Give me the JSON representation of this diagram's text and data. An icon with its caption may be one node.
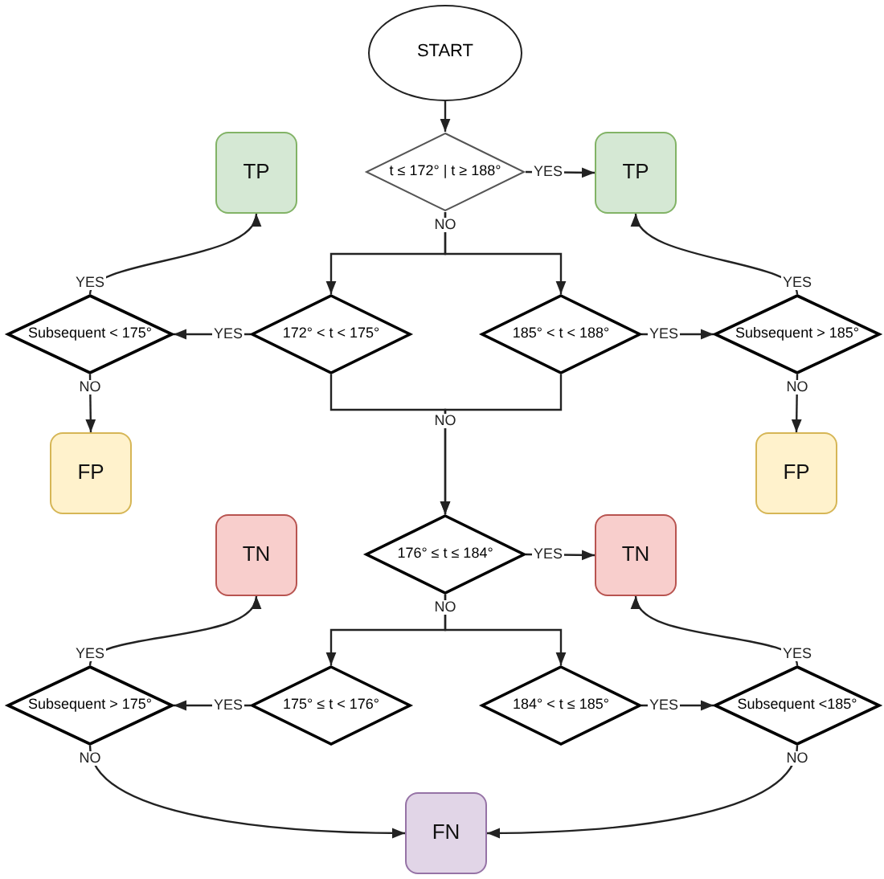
{
  "diagram": {
    "nodes": [
      {
        "text": [
          "START"
        ]
      },
      {
        "text": [
          "TP"
        ]
      },
      {
        "text": [
          "t ≤ 172° | t ≥ 188°"
        ]
      },
      {
        "text": [
          "TP"
        ]
      },
      {
        "text": [
          "Subsequent < 175°"
        ]
      },
      {
        "text": [
          "172° < t < 175°"
        ]
      },
      {
        "text": [
          "185° < t < 188°"
        ]
      },
      {
        "text": [
          "Subsequent > 185°"
        ]
      },
      {
        "text": [
          "FP"
        ]
      },
      {
        "text": [
          "FP"
        ]
      },
      {
        "text": [
          "TN"
        ]
      },
      {
        "text": [
          "176° ≤ t ≤ 184°"
        ]
      },
      {
        "text": [
          "TN"
        ]
      },
      {
        "text": [
          "Subsequent > 175°"
        ]
      },
      {
        "text": [
          "175° ≤ t < 176°"
        ]
      },
      {
        "text": [
          "184° < t ≤ 185°"
        ]
      },
      {
        "text": [
          "Subsequent <185°"
        ]
      },
      {
        "text": [
          "FN"
        ]
      }
    ],
    "edges": [
      {
        "from": 0,
        "to": 2,
        "arrow": "to"
      },
      {
        "from": 2,
        "to": 3,
        "arrow": "to",
        "label": "YES"
      },
      {
        "from": 2,
        "to": 5,
        "arrow": "to",
        "label": "NO"
      },
      {
        "from": 2,
        "to": 6,
        "arrow": "to"
      },
      {
        "from": 5,
        "to": 4,
        "arrow": "to",
        "label": "YES"
      },
      {
        "from": 4,
        "to": 1,
        "arrow": "to",
        "label": "YES"
      },
      {
        "from": 4,
        "to": 8,
        "arrow": "to",
        "label": "NO"
      },
      {
        "from": 6,
        "to": 7,
        "arrow": "to",
        "label": "YES"
      },
      {
        "from": 7,
        "to": 3,
        "arrow": "to",
        "label": "YES"
      },
      {
        "from": 7,
        "to": 9,
        "arrow": "to",
        "label": "NO"
      },
      {
        "from": 5,
        "to": 11,
        "arrow": "to",
        "label": "NO"
      },
      {
        "from": 6,
        "to": 11,
        "arrow": "to"
      },
      {
        "from": 11,
        "to": 12,
        "arrow": "to",
        "label": "YES"
      },
      {
        "from": 11,
        "to": 14,
        "arrow": "to",
        "label": "NO"
      },
      {
        "from": 11,
        "to": 15,
        "arrow": "to"
      },
      {
        "from": 14,
        "to": 13,
        "arrow": "to",
        "label": "YES"
      },
      {
        "from": 13,
        "to": 10,
        "arrow": "to",
        "label": "YES"
      },
      {
        "from": 13,
        "to": 17,
        "arrow": "to",
        "label": "NO"
      },
      {
        "from": 15,
        "to": 16,
        "arrow": "to",
        "label": "YES"
      },
      {
        "from": 16,
        "to": 12,
        "arrow": "to",
        "label": "YES"
      },
      {
        "from": 16,
        "to": 17,
        "arrow": "to",
        "label": "NO"
      }
    ]
  }
}
